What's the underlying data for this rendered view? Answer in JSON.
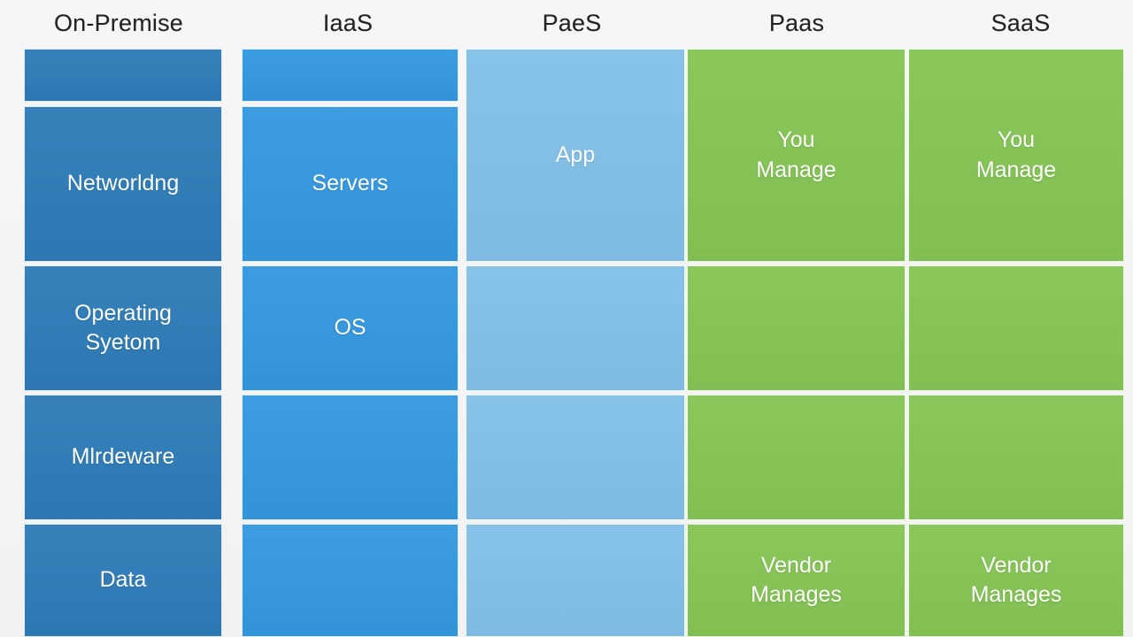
{
  "background_color": "#f4f4f4",
  "colors": {
    "on_premise": "#2e7cb8",
    "iaas": "#3498e0",
    "paes": "#82c0e8",
    "managed_green": "#85c554",
    "cell_border": "#ffffff",
    "header_text": "#222222",
    "cell_text": "#ffffff"
  },
  "headers": [
    {
      "label": "On-Premise"
    },
    {
      "label": "IaaS"
    },
    {
      "label": "PaeS"
    },
    {
      "label": "Paas"
    },
    {
      "label": "SaaS"
    }
  ],
  "columns": [
    {
      "key": "on-premise",
      "header": "On-Premise",
      "color": "#2e7cb8",
      "cells": [
        {
          "label": "",
          "row": 1
        },
        {
          "label": "Networldng",
          "row": 2
        },
        {
          "label": "Operating\nSyetom",
          "row": 3
        },
        {
          "label": "Mlrdeware",
          "row": 4
        },
        {
          "label": "Data",
          "row": 5
        }
      ]
    },
    {
      "key": "iaas",
      "header": "IaaS",
      "color": "#3498e0",
      "cells": [
        {
          "label": "",
          "row": 1
        },
        {
          "label": "Servers",
          "row": 2
        },
        {
          "label": "OS",
          "row": 3
        },
        {
          "label": "",
          "row": 4
        },
        {
          "label": "",
          "row": 5
        }
      ]
    },
    {
      "key": "paes",
      "header": "PaeS",
      "color": "#82c0e8",
      "cells": [
        {
          "label": "App",
          "row": "1-2"
        },
        {
          "label": "",
          "row": 3
        },
        {
          "label": "",
          "row": 4
        },
        {
          "label": "",
          "row": 5
        }
      ]
    },
    {
      "key": "paas",
      "header": "Paas",
      "color": "#85c554",
      "cells": [
        {
          "label": "You\nManage",
          "row": "1-2"
        },
        {
          "label": "",
          "row": 3
        },
        {
          "label": "",
          "row": 4
        },
        {
          "label": "Vendor\nManages",
          "row": 5
        }
      ]
    },
    {
      "key": "saas",
      "header": "SaaS",
      "color": "#85c554",
      "cells": [
        {
          "label": "You\nManage",
          "row": "1-2"
        },
        {
          "label": "",
          "row": 3
        },
        {
          "label": "",
          "row": 4
        },
        {
          "label": "Vendor\nManages",
          "row": 5
        }
      ]
    }
  ]
}
